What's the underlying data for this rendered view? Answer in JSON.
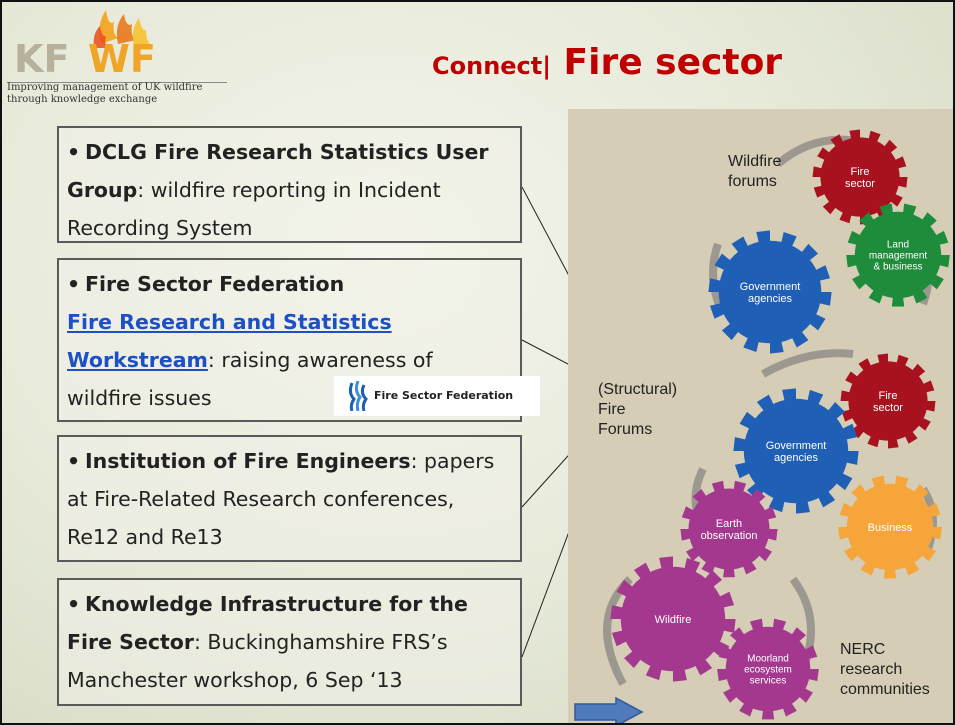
{
  "logo": {
    "text": "KFWF",
    "tagline_1": "Improving management of UK wildfire",
    "tagline_2": "through knowledge exchange"
  },
  "title": {
    "small": "Connect|",
    "big": " Fire sector"
  },
  "boxes": [
    {
      "bold": "DCLG Fire Research Statistics User Group",
      "text": ": wildfire reporting in Incident Recording System"
    },
    {
      "bold": "Fire Sector Federation",
      "link": "Fire Research and Statistics Workstream",
      "text": ": raising awareness of wildfire issues"
    },
    {
      "bold": "Institution of Fire Engineers",
      "text": ": papers at Fire-Related Research conferences, Re12 and Re13"
    },
    {
      "bold": "Knowledge Infrastructure for the Fire Sector",
      "text": ": Buckinghamshire FRS’s Manchester workshop, 6 Sep ‘13"
    }
  ],
  "fsf_logo": {
    "text": "Fire Sector Federation"
  },
  "diagram": {
    "labels": {
      "wildfire_forums": "Wildfire forums",
      "structural": "(Structural) Fire Forums",
      "nerc": "NERC research communities"
    },
    "gears": {
      "fire_sector_top": "Fire sector",
      "land": "Land management & business",
      "gov_top": "Government agencies",
      "fire_sector_mid": "Fire sector",
      "gov_mid": "Government agencies",
      "business": "Business",
      "earth": "Earth observation",
      "wildfire": "Wildfire",
      "moorland": "Moorland ecosystem services"
    }
  },
  "colors": {
    "title": "#c00000",
    "fire": "#a8121f",
    "land": "#1e8c3a",
    "gov": "#1f5fb5",
    "business": "#f5a53a",
    "nerc": "#a4388f",
    "arrow": "#4f7bbd"
  }
}
